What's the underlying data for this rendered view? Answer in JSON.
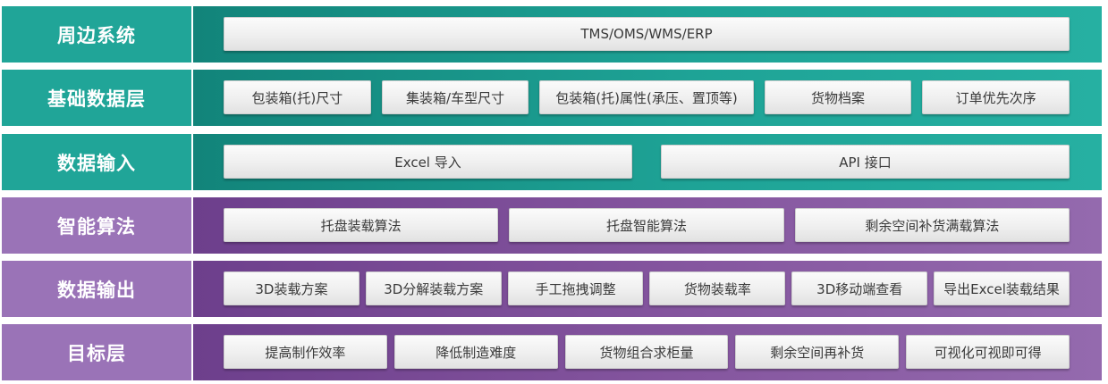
{
  "colors": {
    "teal": "#20a598",
    "purple": "#9a73b7",
    "cell_text": "#3a3a3a"
  },
  "rows": [
    {
      "label": "周边系统",
      "theme": "teal",
      "items": [
        "TMS/OMS/WMS/ERP"
      ]
    },
    {
      "label": "基础数据层",
      "theme": "teal",
      "items": [
        "包装箱(托)尺寸",
        "集装箱/车型尺寸",
        "包装箱(托)属性(承压、置顶等)",
        "货物档案",
        "订单优先次序"
      ]
    },
    {
      "label": "数据输入",
      "theme": "teal",
      "items": [
        "Excel 导入",
        "API 接口"
      ]
    },
    {
      "label": "智能算法",
      "theme": "purple",
      "items": [
        "托盘装载算法",
        "托盘智能算法",
        "剩余空间补货满载算法"
      ]
    },
    {
      "label": "数据输出",
      "theme": "purple",
      "items": [
        "3D装载方案",
        "3D分解装载方案",
        "手工拖拽调整",
        "货物装载率",
        "3D移动端查看",
        "导出Excel装载结果"
      ]
    },
    {
      "label": "目标层",
      "theme": "purple",
      "items": [
        "提高制作效率",
        "降低制造难度",
        "货物组合求柜量",
        "剩余空间再补货",
        "可视化可视即可得"
      ]
    }
  ]
}
